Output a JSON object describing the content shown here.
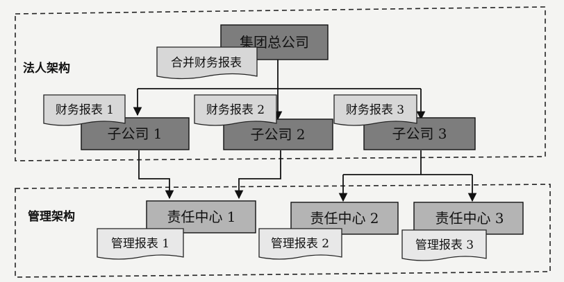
{
  "regions": {
    "legal": "法人架构",
    "management": "管理架构"
  },
  "nodes": {
    "group": "集团总公司",
    "consolidated_report": "合并财务报表",
    "subsidiaries": [
      "子公司 1",
      "子公司 2",
      "子公司 3"
    ],
    "financial_reports": [
      "财务报表 1",
      "财务报表 2",
      "财务报表 3"
    ],
    "responsibility_centers": [
      "责任中心 1",
      "责任中心 2",
      "责任中心 3"
    ],
    "management_reports": [
      "管理报表 1",
      "管理报表 2",
      "管理报表 3"
    ]
  },
  "colors": {
    "box_dark": "#7d7d7d",
    "box_light": "#b4b4b4",
    "document": "#d7d7d7"
  }
}
